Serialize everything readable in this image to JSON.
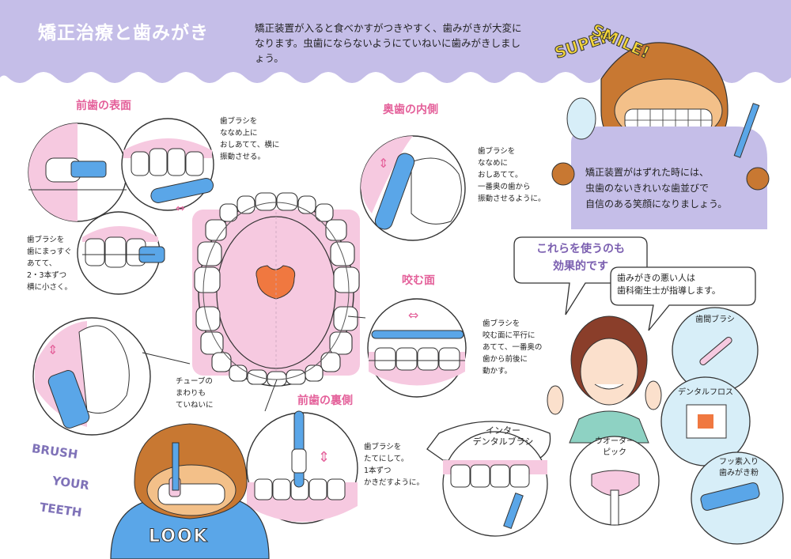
{
  "header": {
    "title": "矯正治療と歯みがき",
    "intro": "矯正装置が入ると食べかすがつきやすく、歯みがきが大変になります。虫歯にならないようにていねいに歯みがきしましょう。"
  },
  "sections": {
    "front_outer": {
      "heading": "前歯の表面",
      "note1": "歯ブラシを\nななめ上に\nおしあてて、横に\n振動させる。",
      "note2": "歯ブラシを\n歯にまっすぐ\nあてて、\n2・3本ずつ\n横に小さく。",
      "note3": "チューブの\nまわりも\nていねいに"
    },
    "back_inner": {
      "heading": "奥歯の内側",
      "note": "歯ブラシを\nななめに\nおしあてて。\n一番奥の歯から\n振動させるように。"
    },
    "chewing": {
      "heading": "咬む面",
      "note": "歯ブラシを\n咬む面に平行に\nあてて、一番奥の\n歯から前後に\n動かす。"
    },
    "front_inner": {
      "heading": "前歯の裏側",
      "note": "歯ブラシを\nたてにして。\n1本ずつ\nかきだすように。"
    }
  },
  "gorilla_top": {
    "logo": [
      "SUPER",
      "SMILE!"
    ],
    "message": "矯正装置がはずれた時には、\n虫歯のないきれいな歯並びで\n自信のある笑顔になりましょう。"
  },
  "tools": {
    "bubble_main": "これらを使うのも\n効果的です",
    "bubble_sub": "歯みがきの悪い人は\n歯科衛生士が指導します。",
    "items": [
      {
        "label": "歯間ブラシ"
      },
      {
        "label": "デンタルフロス"
      },
      {
        "label": "フッ素入り\n歯みがき粉"
      },
      {
        "label": "ウオーター\nピック"
      },
      {
        "label": "インター\nデンタルブラシ"
      }
    ]
  },
  "brush_your_teeth": [
    "BRUSH",
    "YOUR",
    "TEETH"
  ],
  "shirt_text": "LOOK",
  "colors": {
    "lavender": "#c5bee8",
    "pink": "#f6c9e0",
    "heading_pink": "#e4609a",
    "blue": "#5aa6e8",
    "orange": "#f07840",
    "gorilla_brown": "#c87832"
  }
}
